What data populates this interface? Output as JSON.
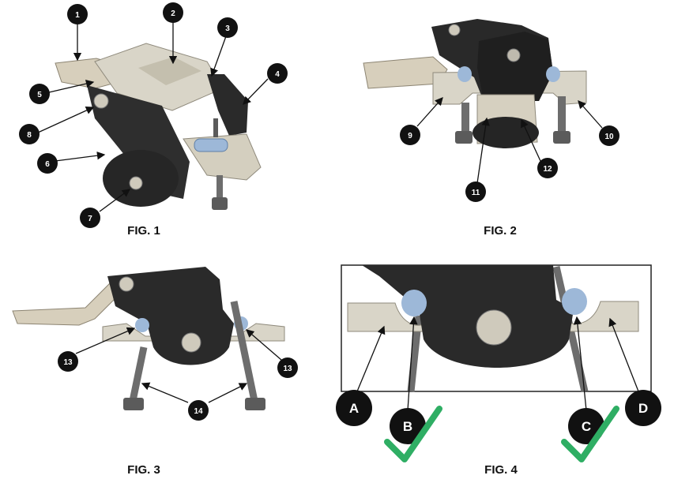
{
  "colors": {
    "black_part": "#2a2a2a",
    "metal": "#d9d5c8",
    "metal_dark": "#b9b4a5",
    "blue_pin": "#9db8d8",
    "check": "#2fae64",
    "bolt": "#6d6d6d"
  },
  "figures": {
    "fig1": {
      "caption": "FIG. 1",
      "callouts": [
        "1",
        "2",
        "3",
        "4",
        "5",
        "6",
        "7",
        "8"
      ]
    },
    "fig2": {
      "caption": "FIG. 2",
      "callouts": [
        "9",
        "10",
        "11",
        "12"
      ]
    },
    "fig3": {
      "caption": "FIG. 3",
      "callouts": [
        "13",
        "13",
        "14"
      ]
    },
    "fig4": {
      "caption": "FIG. 4",
      "letters": [
        "A",
        "B",
        "C",
        "D"
      ],
      "check_icon": "checkmark-icon"
    }
  }
}
